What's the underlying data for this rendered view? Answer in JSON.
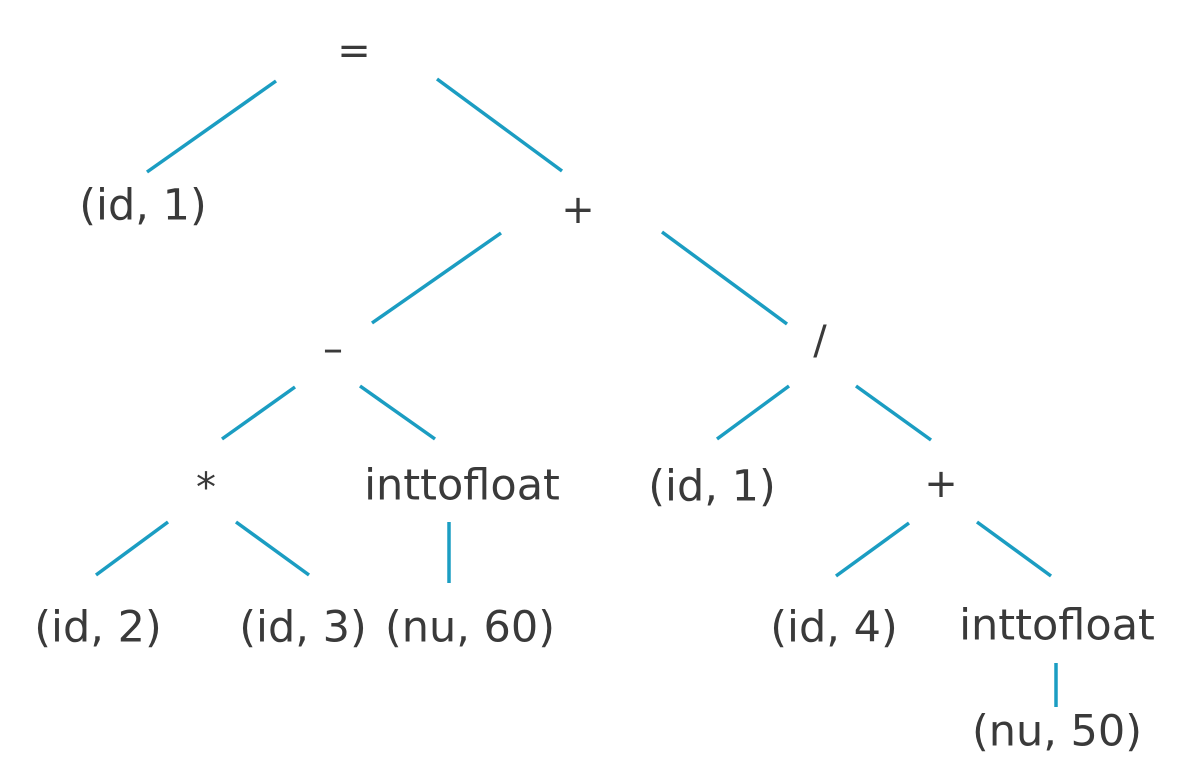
{
  "tree": {
    "nodes": {
      "root": "=",
      "id1_left": "(id, 1)",
      "plus_top": "+",
      "minus": "–",
      "divide": "/",
      "times": "*",
      "inttofloat_1": "inttofloat",
      "id1_right": "(id, 1)",
      "plus_inner": "+",
      "id2": "(id, 2)",
      "id3": "(id, 3)",
      "nu60": "(nu, 60)",
      "id4": "(id, 4)",
      "inttofloat_2": "inttofloat",
      "nu50": "(nu, 50)"
    },
    "edge_color": "#1b9dc2",
    "text_color": "#3a3a3a"
  }
}
